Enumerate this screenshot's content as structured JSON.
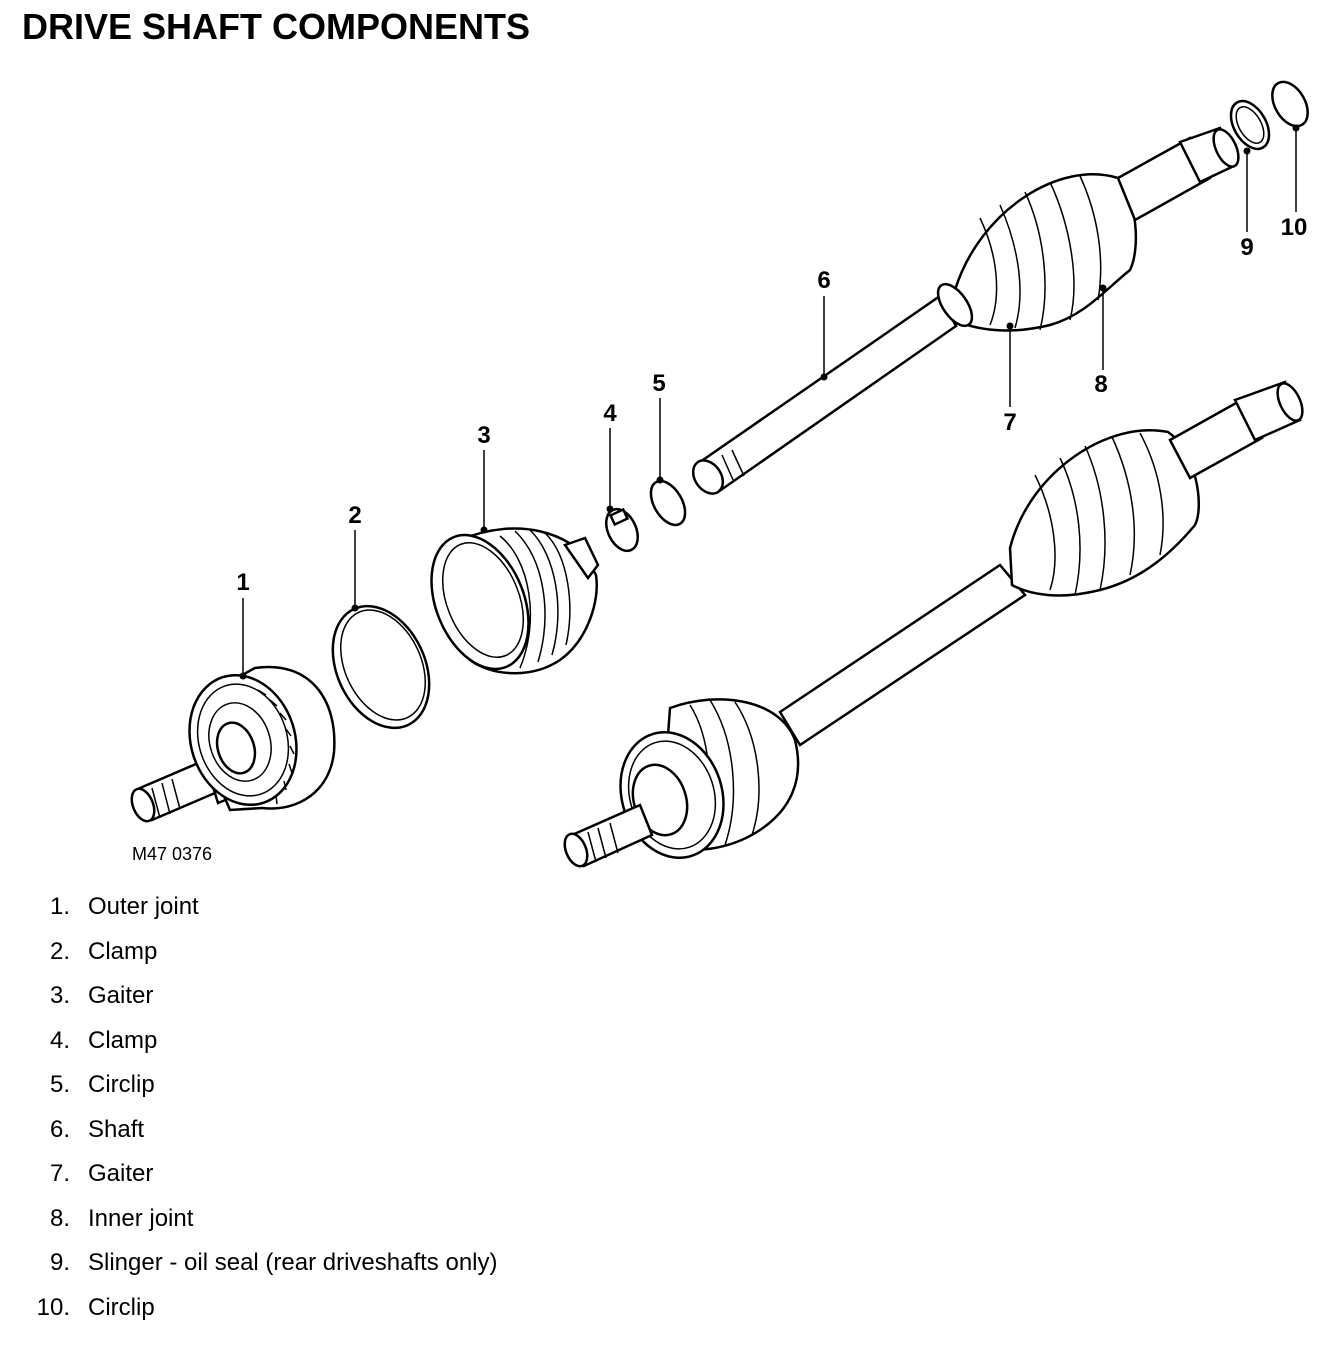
{
  "title": "DRIVE SHAFT COMPONENTS",
  "figure_ref": "M47 0376",
  "callouts": [
    "1",
    "2",
    "3",
    "4",
    "5",
    "6",
    "7",
    "8",
    "9",
    "10"
  ],
  "legend": [
    {
      "num": "1.",
      "label": "Outer joint"
    },
    {
      "num": "2.",
      "label": "Clamp"
    },
    {
      "num": "3.",
      "label": "Gaiter"
    },
    {
      "num": "4.",
      "label": "Clamp"
    },
    {
      "num": "5.",
      "label": "Circlip"
    },
    {
      "num": "6.",
      "label": "Shaft"
    },
    {
      "num": "7.",
      "label": "Gaiter"
    },
    {
      "num": "8.",
      "label": "Inner joint"
    },
    {
      "num": "9.",
      "label": "Slinger - oil seal (rear driveshafts only)"
    },
    {
      "num": "10.",
      "label": "Circlip"
    }
  ]
}
